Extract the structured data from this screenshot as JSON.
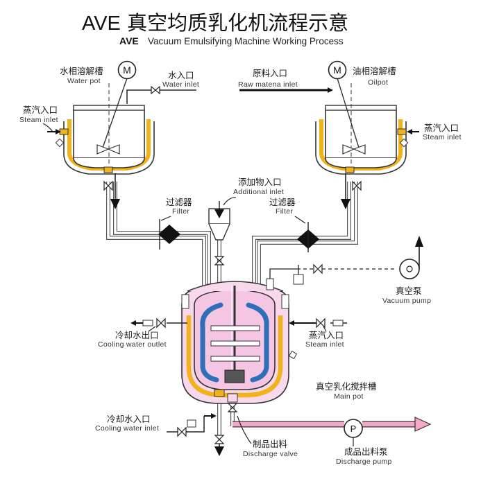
{
  "title": {
    "main": "AVE 真空均质乳化机流程示意",
    "brand": "AVE",
    "subtitle": "Vacuum Emulsifying Machine Working Process"
  },
  "labels": {
    "water_pot": {
      "cn": "水相溶解槽",
      "en": "Water pot"
    },
    "water_inlet": {
      "cn": "水入口",
      "en": "Water inlet"
    },
    "raw_material": {
      "cn": "原料入口",
      "en": "Raw matena inlet"
    },
    "oil_pot": {
      "cn": "油相溶解槽",
      "en": "Oilpot"
    },
    "steam_left": {
      "cn": "蒸汽入口",
      "en": "Steam inlet"
    },
    "steam_right": {
      "cn": "蒸汽入口",
      "en": "Steam inlet"
    },
    "additional": {
      "cn": "添加物入口",
      "en": "Additional inlet"
    },
    "filter_left": {
      "cn": "过滤器",
      "en": "Filter"
    },
    "filter_right": {
      "cn": "过滤器",
      "en": "Filter"
    },
    "vacuum_pump": {
      "cn": "真空泵",
      "en": "Vacuum pump"
    },
    "cooling_outlet": {
      "cn": "冷却水出口",
      "en": "Cooling water outlet"
    },
    "steam_main": {
      "cn": "蒸汽入口",
      "en": "Steam inlet"
    },
    "main_pot": {
      "cn": "真空乳化搅拌槽",
      "en": "Main pot"
    },
    "cooling_inlet": {
      "cn": "冷却水入口",
      "en": "Cooling water inlet"
    },
    "discharge_valve": {
      "cn": "制品出料",
      "en": "Discharge valve"
    },
    "discharge_pump": {
      "cn": "成品出料泵",
      "en": "Discharge pump"
    }
  },
  "symbols": {
    "motor": "M",
    "pump": "P"
  },
  "icons": {
    "motor": "motor-icon",
    "pump": "pump-icon",
    "valve": "valve-icon",
    "arrow": "arrow-icon",
    "filter": "filter-icon"
  },
  "colors": {
    "jacket": "#F2B21C",
    "main_pot_fill": "#F7D8EC",
    "main_pot_inner": "#F4C6E4",
    "agitator": "#2F6FB8",
    "discharge_pipe": "#F4A7C8",
    "line": "#222222"
  }
}
